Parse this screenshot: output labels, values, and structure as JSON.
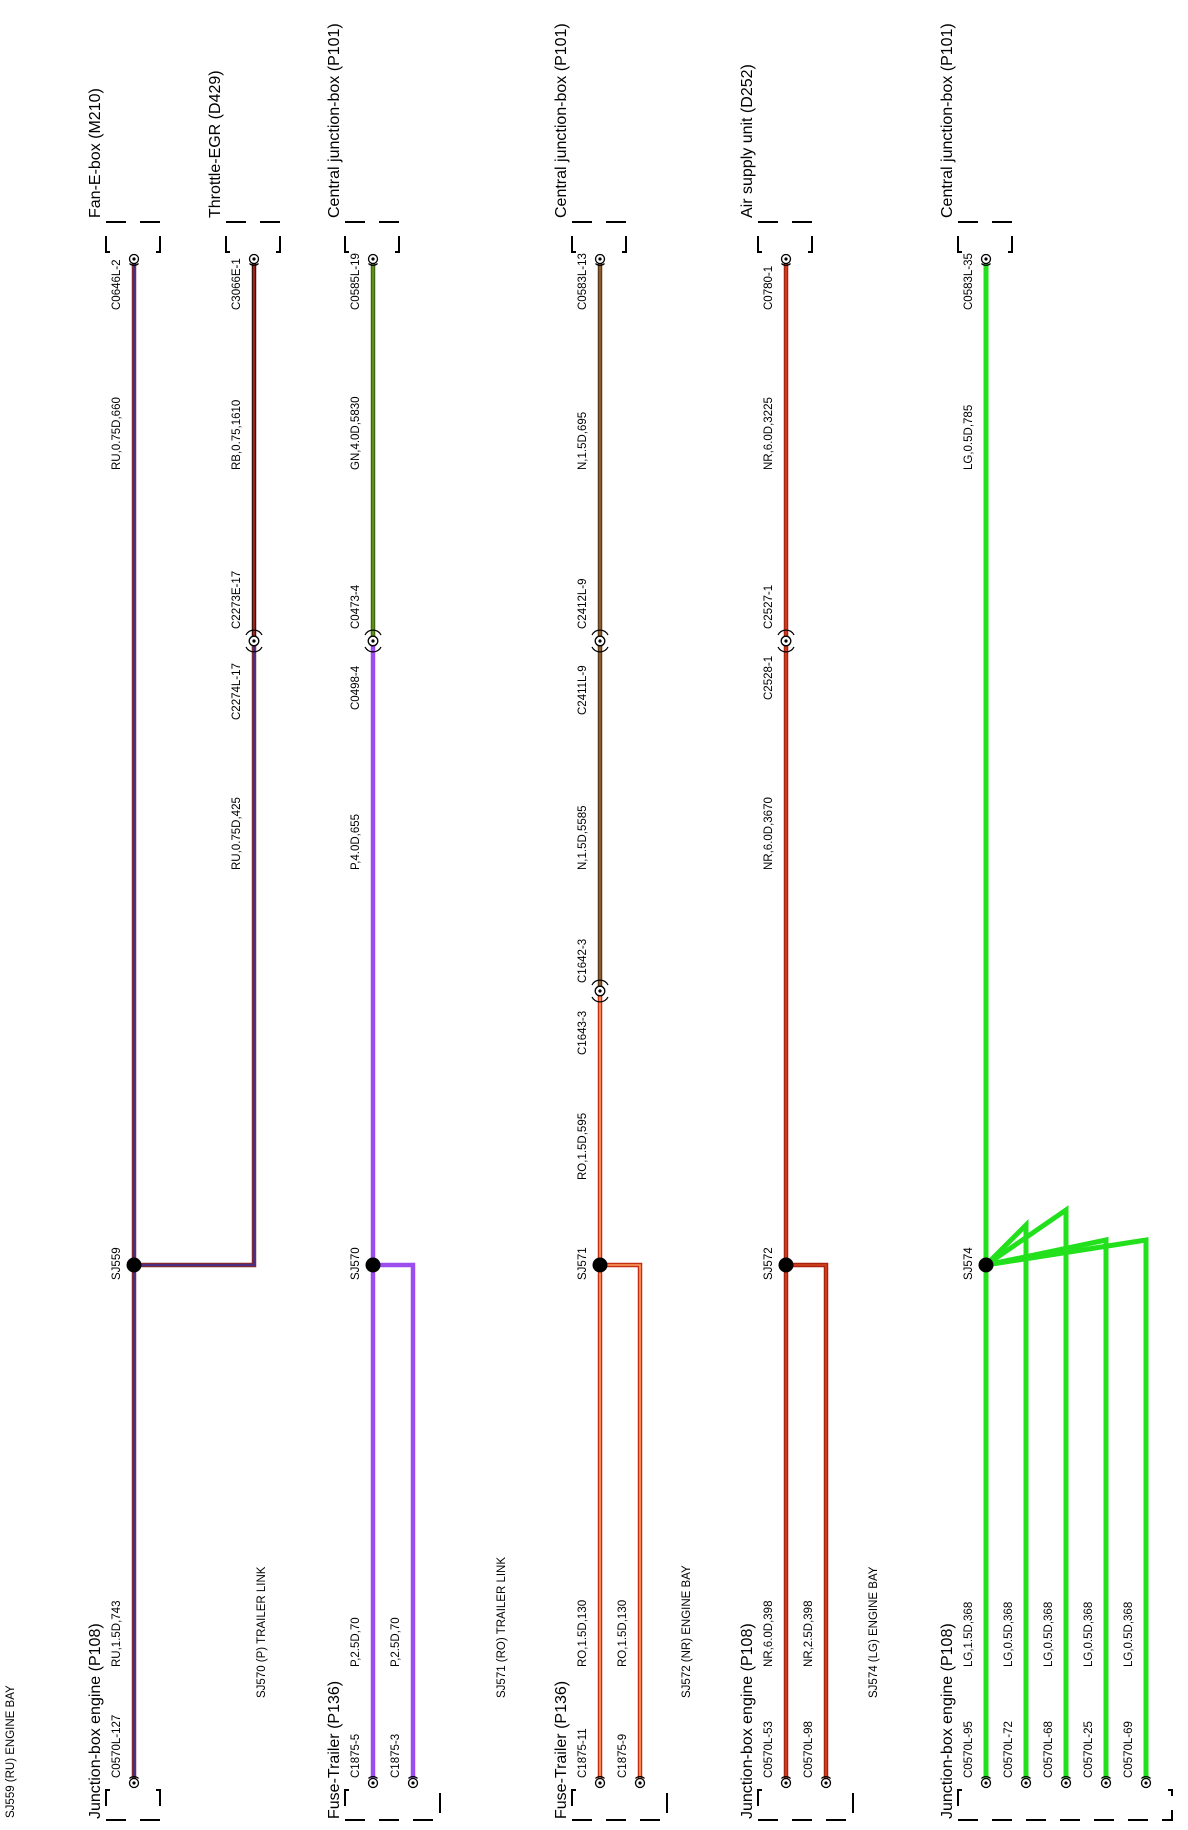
{
  "colors": {
    "RU": "#802a33",
    "RU_core": "#3a2f9e",
    "RB": "#3a1210",
    "RB_core": "#b5281c",
    "GN": "#3e6510",
    "GN_core": "#6a9a1a",
    "P": "#9b4df0",
    "P_core": "#b16ff7",
    "N": "#5b3a18",
    "N_core": "#9a6436",
    "RO": "#c52e12",
    "RO_core": "#ffa066",
    "NR": "#a8220f",
    "NR_core": "#d44420",
    "LG": "#22e01c",
    "LG_core": "#3cf537",
    "splice": "#000000"
  },
  "blocks": [
    {
      "id": "sj559",
      "caption": "SJ559 (RU) ENGINE BAY",
      "splice_label": "SJ559",
      "wires": [
        {
          "label": "RU,1.5D,743",
          "conn": "C0570L-127",
          "color": "RU"
        },
        {
          "label": "RU,0.75D,660",
          "conn": "C0646L-2",
          "color": "RU"
        },
        {
          "label": "RB,0.75,1610",
          "conn": "C3066E-1",
          "color": "RB"
        },
        {
          "label": "RU,0.75D,425",
          "color": "RU"
        }
      ],
      "inline_connectors": [
        {
          "left": "C2274L-17",
          "right": "C2273E-17"
        }
      ],
      "components": [
        {
          "name": "Junction-box engine (P108)"
        },
        {
          "name": "Fan-E-box (M210)"
        },
        {
          "name": "Throttle-EGR (D429)"
        }
      ]
    },
    {
      "id": "sj570",
      "caption": "SJ570 (P) TRAILER LINK",
      "splice_label": "SJ570",
      "wires": [
        {
          "label": "P,2.5D,70",
          "conn": "C1875-5",
          "color": "P"
        },
        {
          "label": "P,2.5D,70",
          "conn": "C1875-3",
          "color": "P"
        },
        {
          "label": "P,4.0D,655",
          "color": "P"
        },
        {
          "label": "GN,4.0D,5830",
          "conn": "C0585L-19",
          "color": "GN"
        }
      ],
      "inline_connectors": [
        {
          "left": "C0498-4",
          "right": "C0473-4"
        }
      ],
      "components": [
        {
          "name": "Fuse-Trailer (P136)"
        },
        {
          "name": "Central junction-box (P101)"
        }
      ]
    },
    {
      "id": "sj571",
      "caption": "SJ571 (RO) TRAILER LINK",
      "splice_label": "SJ571",
      "wires": [
        {
          "label": "RO,1.5D,130",
          "conn": "C1875-11",
          "color": "RO"
        },
        {
          "label": "RO,1.5D,130",
          "conn": "C1875-9",
          "color": "RO"
        },
        {
          "label": "RO,1.5D,595",
          "color": "RO"
        },
        {
          "label": "N,1.5D,5585",
          "color": "N"
        },
        {
          "label": "N,1.5D,695",
          "conn": "C0583L-13",
          "color": "N"
        }
      ],
      "inline_connectors": [
        {
          "left": "C1643-3",
          "right": "C1642-3"
        },
        {
          "left": "C2411L-9",
          "right": "C2412L-9"
        }
      ],
      "components": [
        {
          "name": "Fuse-Trailer (P136)"
        },
        {
          "name": "Central junction-box (P101)"
        }
      ]
    },
    {
      "id": "sj572",
      "caption": "SJ572 (NR) ENGINE BAY",
      "splice_label": "SJ572",
      "wires": [
        {
          "label": "NR,6.0D,398",
          "conn": "C0570L-53",
          "color": "NR"
        },
        {
          "label": "NR,2.5D,398",
          "conn": "C0570L-98",
          "color": "NR"
        },
        {
          "label": "NR,6.0D,3670",
          "color": "NR"
        },
        {
          "label": "NR,6.0D,3225",
          "conn": "C0780-1",
          "color": "NR"
        }
      ],
      "inline_connectors": [
        {
          "left": "C2528-1",
          "right": "C2527-1"
        }
      ],
      "components": [
        {
          "name": "Junction-box engine (P108)"
        },
        {
          "name": "Air supply unit (D252)"
        }
      ]
    },
    {
      "id": "sj574",
      "caption": "SJ574 (LG) ENGINE BAY",
      "splice_label": "SJ574",
      "wires": [
        {
          "label": "LG,1.5D,368",
          "conn": "C0570L-95",
          "color": "LG"
        },
        {
          "label": "LG,0.5D,368",
          "conn": "C0570L-72",
          "color": "LG"
        },
        {
          "label": "LG,0.5D,368",
          "conn": "C0570L-68",
          "color": "LG"
        },
        {
          "label": "LG,0.5D,368",
          "conn": "C0570L-25",
          "color": "LG"
        },
        {
          "label": "LG,0.5D,368",
          "conn": "C0570L-69",
          "color": "LG"
        },
        {
          "label": "LG,0.5D,785",
          "conn": "C0583L-35",
          "color": "LG"
        }
      ],
      "inline_connectors": [],
      "components": [
        {
          "name": "Junction-box engine (P108)"
        },
        {
          "name": "Central junction-box (P101)"
        }
      ]
    }
  ]
}
